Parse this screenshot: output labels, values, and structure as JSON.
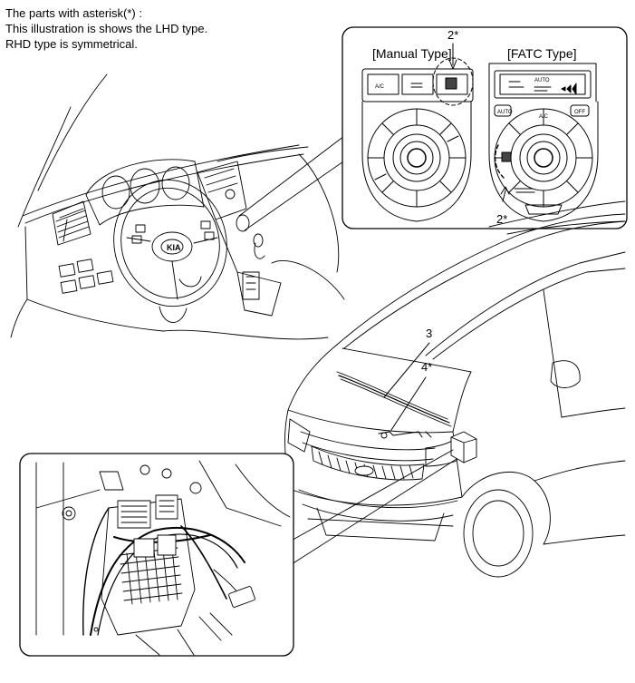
{
  "note": {
    "line1": "The parts with asterisk(*) :",
    "line2": "This illustration is shows the LHD type.",
    "line3": "RHD type is symmetrical."
  },
  "inset_top": {
    "manual_title": "[Manual Type]",
    "fatc_title": "[FATC Type]",
    "manual_callout": "2*",
    "fatc_callout": "2*",
    "manual_buttons": [
      "A/C"
    ],
    "fatc_buttons": [
      "AUTO",
      "A/C",
      "OFF"
    ],
    "fatc_display": "AUTO"
  },
  "car": {
    "callout_3": "3",
    "callout_4": "4*"
  }
}
